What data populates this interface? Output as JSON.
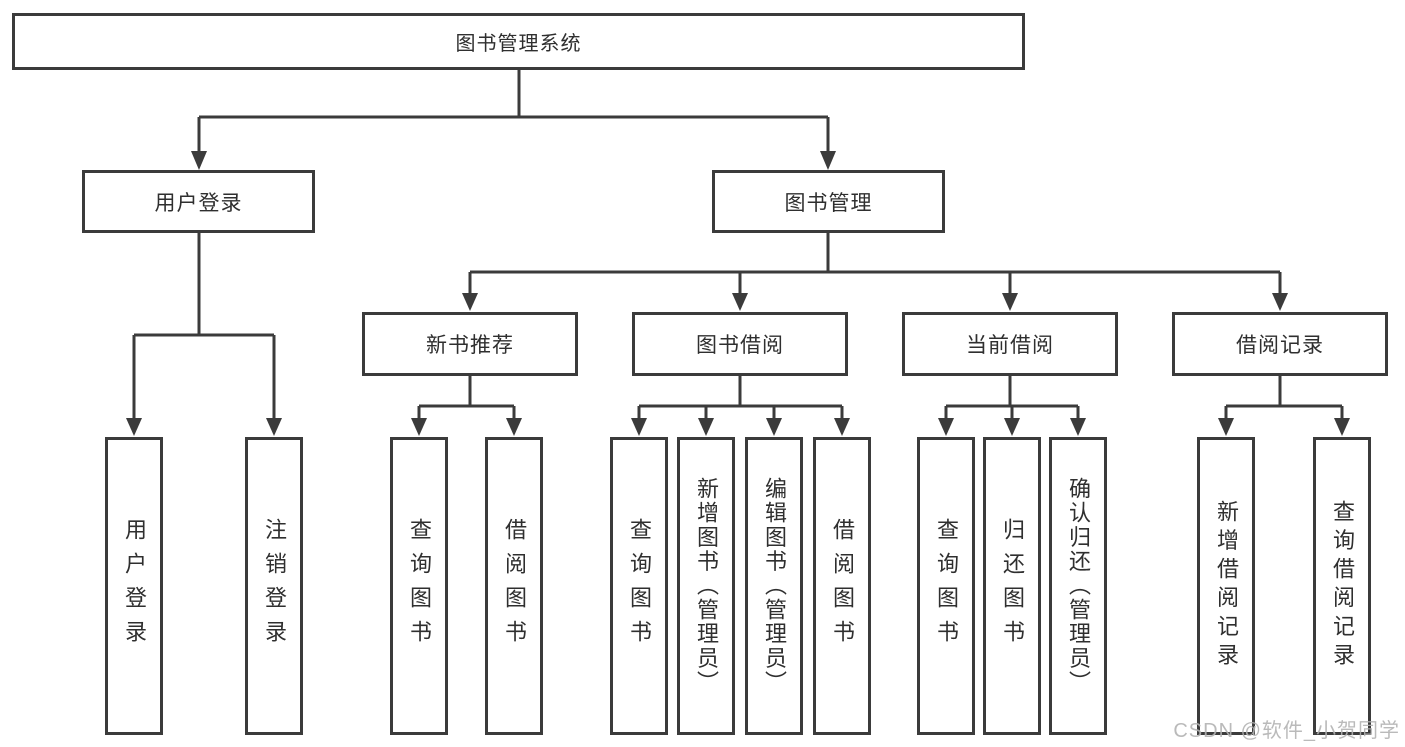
{
  "diagram_title": "图书管理系统",
  "tree": {
    "root": {
      "label": "图书管理系统"
    },
    "branches": [
      {
        "label": "用户登录",
        "children": [
          {
            "label": "用户登录"
          },
          {
            "label": "注销登录"
          }
        ]
      },
      {
        "label": "图书管理",
        "children": [
          {
            "label": "新书推荐",
            "children": [
              {
                "label": "查询图书"
              },
              {
                "label": "借阅图书"
              }
            ]
          },
          {
            "label": "图书借阅",
            "children": [
              {
                "label": "查询图书"
              },
              {
                "label": "新增图书（管理员）"
              },
              {
                "label": "编辑图书（管理员）"
              },
              {
                "label": "借阅图书"
              }
            ]
          },
          {
            "label": "当前借阅",
            "children": [
              {
                "label": "查询图书"
              },
              {
                "label": "归还图书"
              },
              {
                "label": "确认归还（管理员）"
              }
            ]
          },
          {
            "label": "借阅记录",
            "children": [
              {
                "label": "新增借阅记录"
              },
              {
                "label": "查询借阅记录"
              }
            ]
          }
        ]
      }
    ]
  },
  "colors": {
    "line": "#3b3b3b",
    "text": "#2f2f2f",
    "background": "#ffffff",
    "watermark": "#b2b2b2"
  },
  "watermark": {
    "text": "CSDN @软件_小贺同学"
  }
}
